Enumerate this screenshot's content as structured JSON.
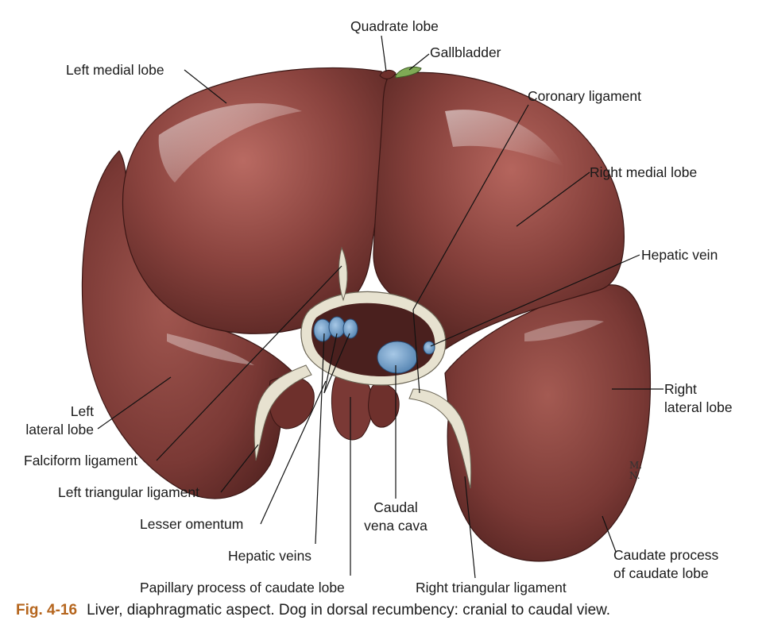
{
  "labels": {
    "quadrate_lobe": "Quadrate lobe",
    "gallbladder": "Gallbladder",
    "left_medial_lobe": "Left medial lobe",
    "coronary_ligament": "Coronary ligament",
    "right_medial_lobe": "Right medial lobe",
    "hepatic_vein": "Hepatic vein",
    "right_lateral_lobe": [
      "Right",
      "lateral lobe"
    ],
    "left_lateral_lobe": [
      "Left",
      "lateral lobe"
    ],
    "falciform_ligament": "Falciform ligament",
    "left_triangular_ligament": "Left triangular ligament",
    "lesser_omentum": "Lesser omentum",
    "hepatic_veins": "Hepatic veins",
    "papillary_process": "Papillary process of caudate lobe",
    "caudal_vena_cava": [
      "Caudal",
      "vena cava"
    ],
    "right_triangular_ligament": "Right triangular ligament",
    "caudate_process": [
      "Caudate process",
      "of caudate lobe"
    ]
  },
  "signature": [
    "M.",
    "N."
  ],
  "caption": {
    "figure": "Fig. 4-16",
    "text": "Liver, diaphragmatic aspect. Dog in dorsal recumbency: cranial to caudal view."
  },
  "colors": {
    "liver": "#7a3a36",
    "liver_dark": "#4a1e1c",
    "liver_light": "#b0625a",
    "gallbladder": "#7faa55",
    "vein": "#6d9cc9",
    "ligament": "#e7e2d0",
    "caption_figure": "#b5651d"
  }
}
